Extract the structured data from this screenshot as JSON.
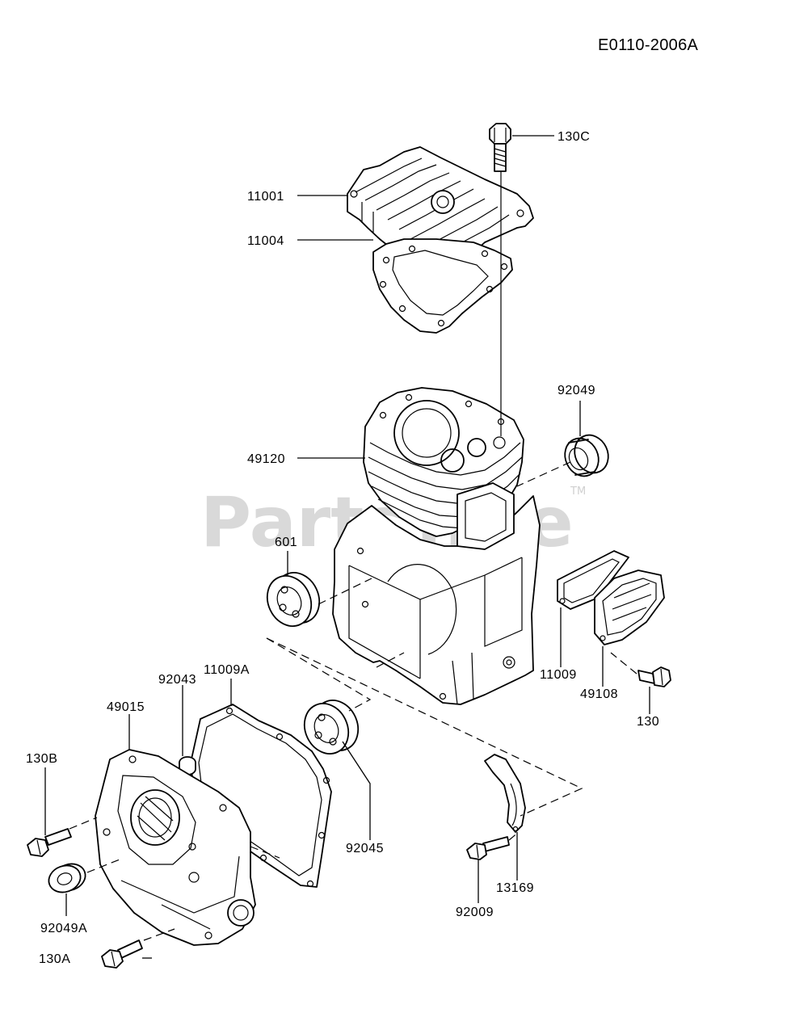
{
  "diagram_code": "E0110-2006A",
  "watermark": {
    "text": "PartsTree",
    "trademark": "TM"
  },
  "callouts": [
    {
      "id": "130C",
      "label": "130C",
      "part": "bolt"
    },
    {
      "id": "11001",
      "label": "11001",
      "part": "cylinder-head"
    },
    {
      "id": "11004",
      "label": "11004",
      "part": "head-gasket"
    },
    {
      "id": "92049",
      "label": "92049",
      "part": "oil-seal"
    },
    {
      "id": "49120",
      "label": "49120",
      "part": "cylinder-block"
    },
    {
      "id": "601",
      "label": "601",
      "part": "ball-bearing"
    },
    {
      "id": "11009A",
      "label": "11009A",
      "part": "crankcase-gasket"
    },
    {
      "id": "11009",
      "label": "11009",
      "part": "breather-gasket"
    },
    {
      "id": "49108",
      "label": "49108",
      "part": "breather-cover"
    },
    {
      "id": "130",
      "label": "130",
      "part": "bolt"
    },
    {
      "id": "92043",
      "label": "92043",
      "part": "dowel-pin"
    },
    {
      "id": "49015",
      "label": "49015",
      "part": "crankcase-cover"
    },
    {
      "id": "130B",
      "label": "130B",
      "part": "bolt"
    },
    {
      "id": "92045",
      "label": "92045",
      "part": "ball-bearing"
    },
    {
      "id": "92049A",
      "label": "92049A",
      "part": "oil-seal"
    },
    {
      "id": "13169",
      "label": "13169",
      "part": "plate"
    },
    {
      "id": "92009",
      "label": "92009",
      "part": "screw"
    },
    {
      "id": "130A",
      "label": "130A",
      "part": "bolt"
    }
  ]
}
